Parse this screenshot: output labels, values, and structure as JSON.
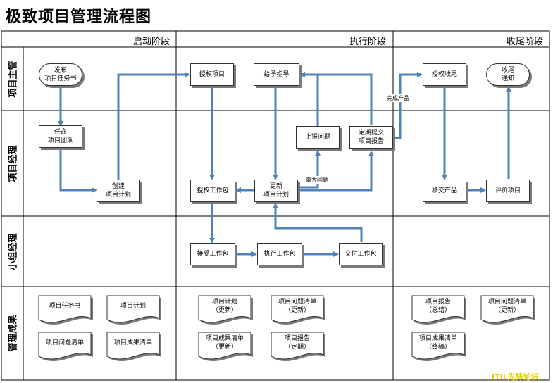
{
  "title": "极致项目管理流程图",
  "phases": {
    "start": "启动阶段",
    "exec": "执行阶段",
    "close": "收尾阶段"
  },
  "lanes": {
    "sponsor": "项目主管",
    "pm": "项目经理",
    "team": "小组经理",
    "output": "管理成果"
  },
  "nodes": {
    "publish": "发布\n项目任务书",
    "appoint": "任命\n项目团队",
    "create_plan": "创建\n项目计划",
    "authorize_project": "授权项目",
    "give_guidance": "给予指导",
    "report_issue": "上报问题",
    "periodic_report": "定期提交\n项目报告",
    "authorize_package": "授权工作包",
    "update_plan": "更新\n项目计划",
    "accept_package": "接受工作包",
    "execute_package": "执行工作包",
    "deliver_package": "交付工作包",
    "authorize_close": "授权收尾",
    "close_notice": "收尾\n通知",
    "handover_product": "移交产品",
    "evaluate_project": "评价项目"
  },
  "flow_labels": {
    "product_done": "完成产品",
    "major_issue": "重大问题"
  },
  "documents": {
    "charter": "项目任务书",
    "plan": "项目计划",
    "issue_list": "项目问题清单",
    "deliverable_list": "项目成果清单",
    "plan_update": "项目计划\n（更新）",
    "issue_list_update": "项目问题清单\n（更新）",
    "deliverable_list_update": "项目成果清单\n（更新）",
    "report_periodic": "项目报告\n（定期）",
    "report_summary": "项目报告\n（总结）",
    "issue_list_update2": "项目问题清单\n（更新）",
    "deliverable_list_final": "项目成果清单\n（终稿）"
  },
  "watermark": "ITIL先锋论坛",
  "colors": {
    "arrow": "#4f81bd",
    "border": "#333333",
    "shadow": "#7a7a7a",
    "watermark": "#e6d400"
  }
}
